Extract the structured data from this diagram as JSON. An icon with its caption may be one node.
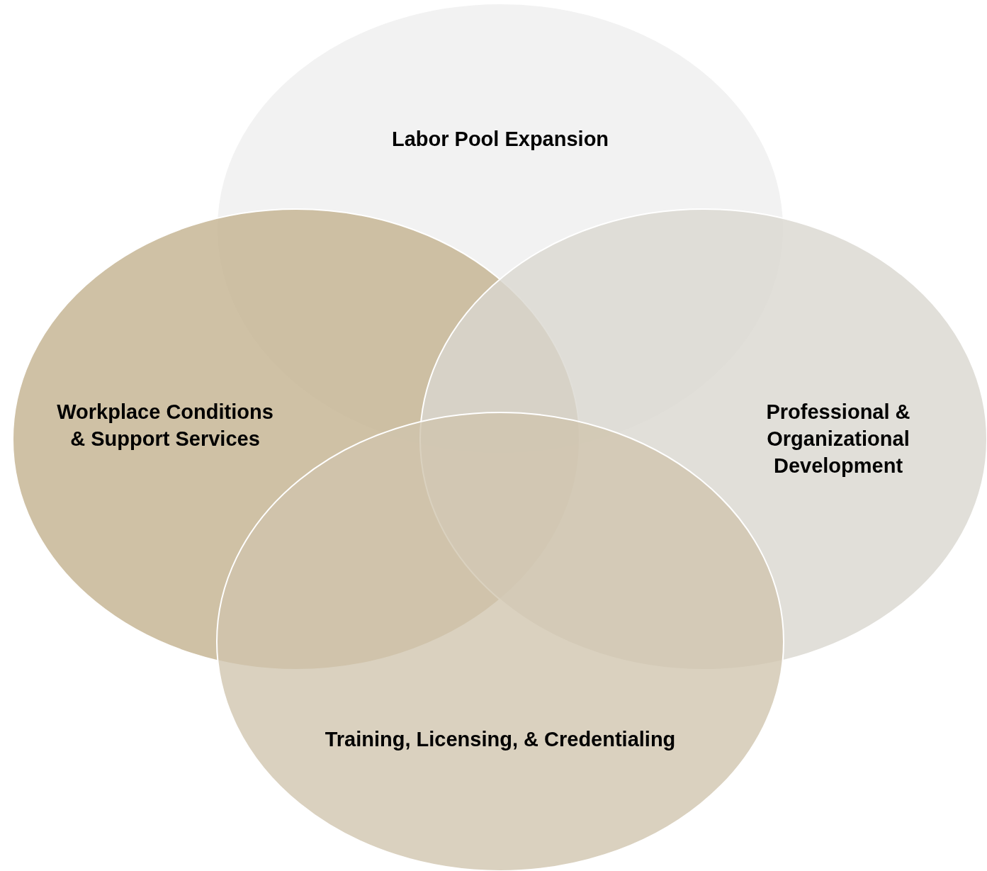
{
  "diagram": {
    "nodes": [
      {
        "text": [
          "Labor Pool Expansion"
        ]
      },
      {
        "text": [
          "Workplace Conditions & Support Services"
        ]
      },
      {
        "text": [
          "Professional & Organizational Development"
        ]
      },
      {
        "text": [
          "Training, Licensing, & Credentialing"
        ]
      }
    ]
  }
}
